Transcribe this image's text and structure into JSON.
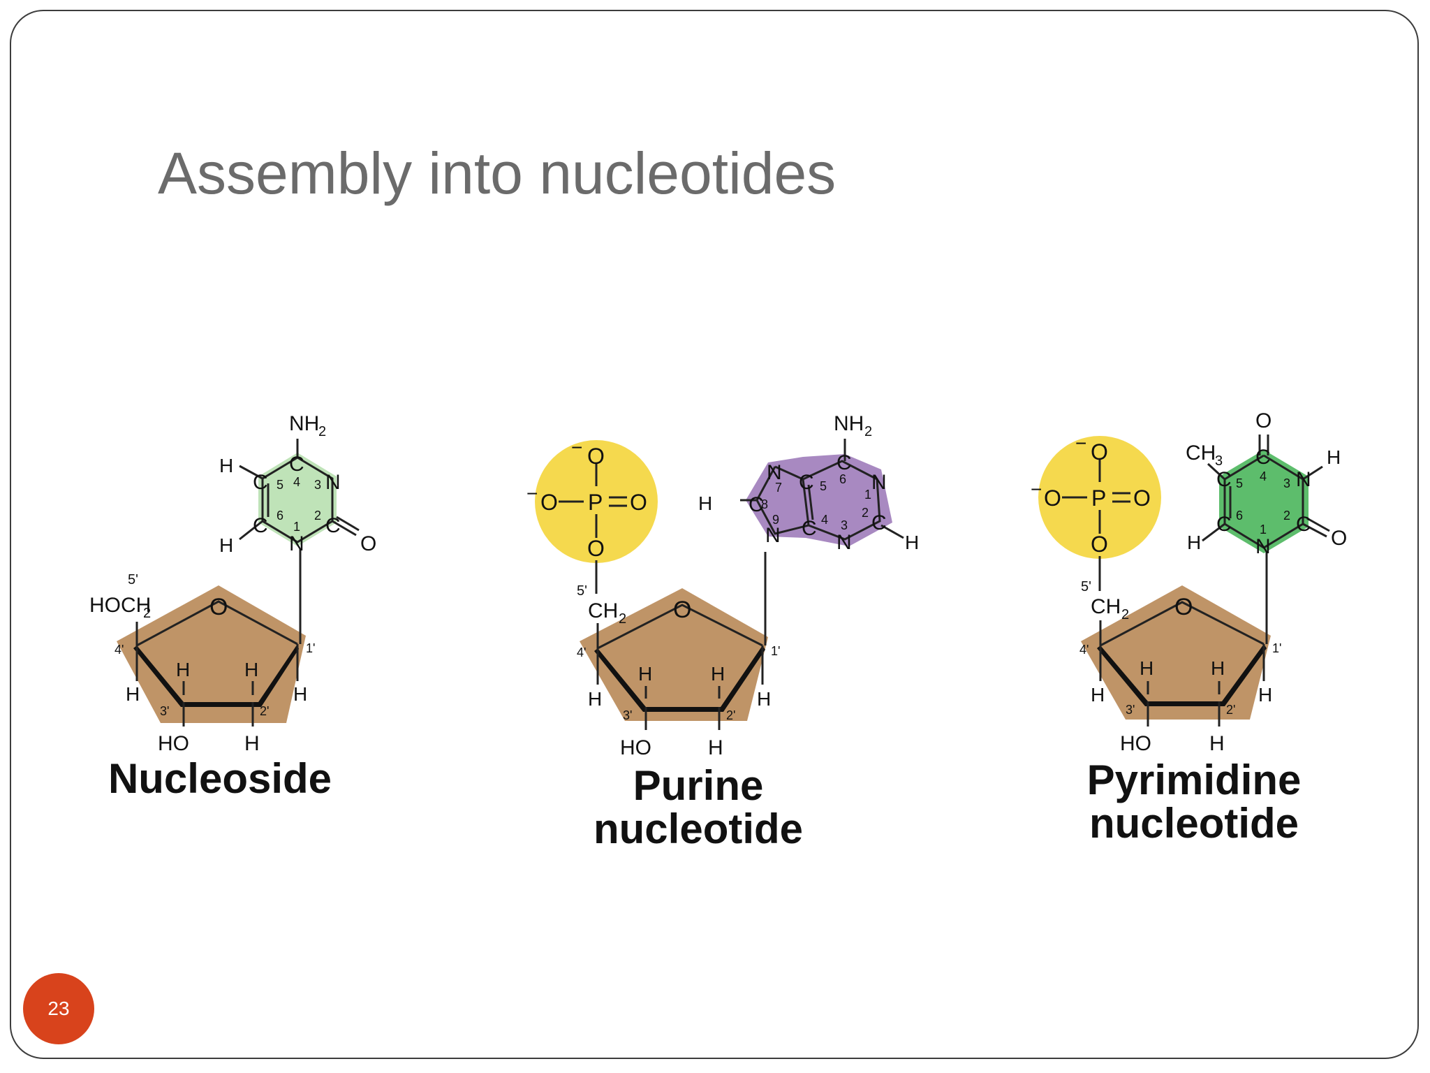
{
  "slide": {
    "title": "Assembly into nucleotides",
    "page_number": "23"
  },
  "colors": {
    "sugar": "#b88857",
    "phosphate": "#f5d94e",
    "cytosine": "#bfe3b8",
    "adenine": "#a889c1",
    "thymine": "#5dbd6c",
    "badge": "#d8431c"
  },
  "panels": [
    {
      "caption_lines": [
        "Nucleoside"
      ],
      "sugar": {
        "five_prime_group": "HOCH",
        "five_prime_sub": "2",
        "five_prime_label": "5'"
      },
      "base": {
        "amino": "NH",
        "amino_sub": "2"
      }
    },
    {
      "caption_lines": [
        "Purine",
        "nucleotide"
      ],
      "sugar": {
        "five_prime_group": "CH",
        "five_prime_sub": "2",
        "five_prime_label": "5'"
      },
      "phosphate": {
        "atom": "P",
        "oxygens": [
          "O",
          "O",
          "O",
          "O"
        ],
        "charge": "−"
      },
      "base": {
        "amino": "NH",
        "amino_sub": "2"
      }
    },
    {
      "caption_lines": [
        "Pyrimidine",
        "nucleotide"
      ],
      "sugar": {
        "five_prime_group": "CH",
        "five_prime_sub": "2",
        "five_prime_label": "5'"
      },
      "phosphate": {
        "atom": "P",
        "oxygens": [
          "O",
          "O",
          "O",
          "O"
        ],
        "charge": "−"
      },
      "base": {
        "methyl": "CH",
        "methyl_sub": "3",
        "carbonyl": "O"
      }
    }
  ],
  "atoms": {
    "ring_oxygen": "O",
    "hydrogen": "H",
    "hydroxyl": "HO",
    "nitrogen": "N",
    "carbon": "C",
    "oxygen": "O",
    "sugar_numbers": [
      "4'",
      "3'",
      "2'",
      "1'"
    ]
  },
  "ring_numbers": {
    "pyrimidine": [
      "1",
      "2",
      "3",
      "4",
      "5",
      "6"
    ],
    "purine": [
      "1",
      "2",
      "3",
      "4",
      "5",
      "6",
      "7",
      "8",
      "9"
    ]
  }
}
